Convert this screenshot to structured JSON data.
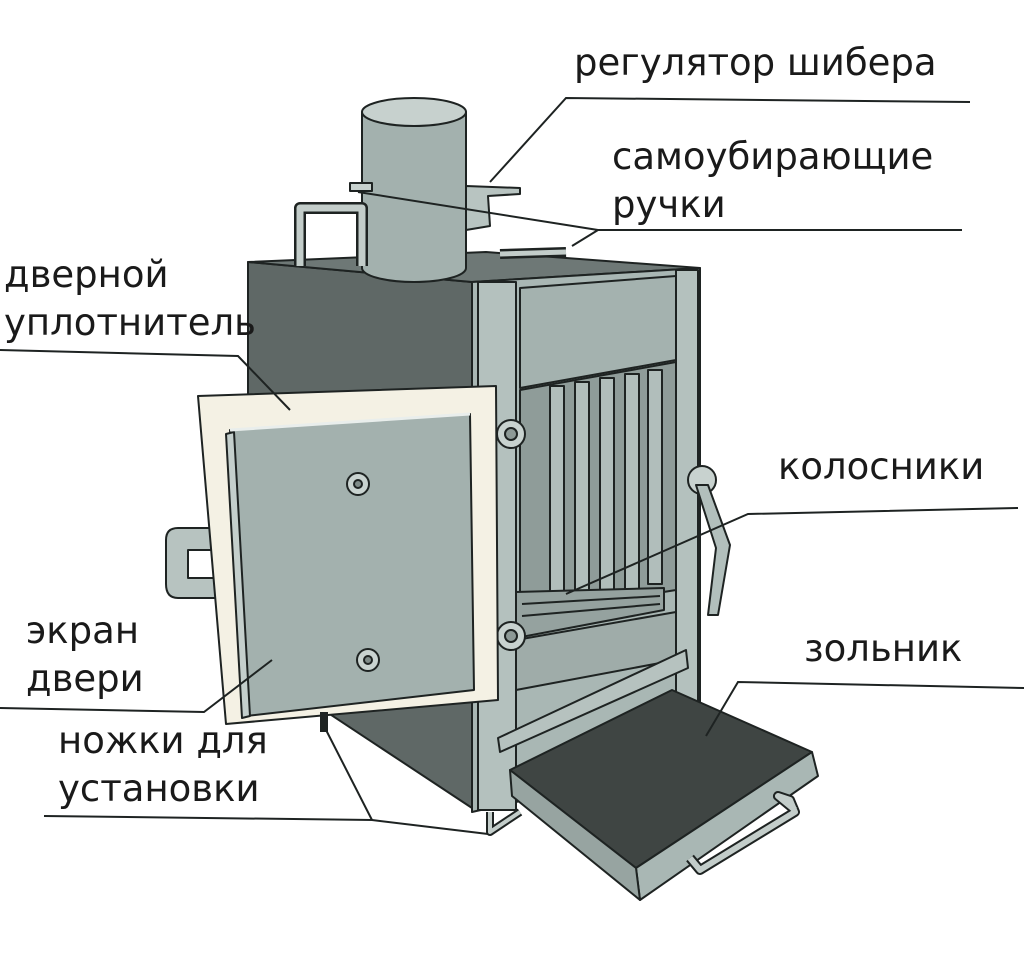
{
  "labels": {
    "damper_regulator": "регулятор шибера",
    "self_retracting_handles": [
      "самоубирающие",
      "ручки"
    ],
    "door_seal": [
      "дверной",
      "уплотнитель"
    ],
    "grates": "колосники",
    "ash_pan": "зольник",
    "door_screen": [
      "экран",
      "двери"
    ],
    "mounting_legs": [
      "ножки для",
      "установки"
    ]
  },
  "colors": {
    "steel_light": "#a9b7b4",
    "steel_mid": "#98a5a2",
    "steel_dark": "#5f6866",
    "seal": "#f4f1e4",
    "ash_tray": "#3f4543",
    "outline": "#1e2322"
  }
}
